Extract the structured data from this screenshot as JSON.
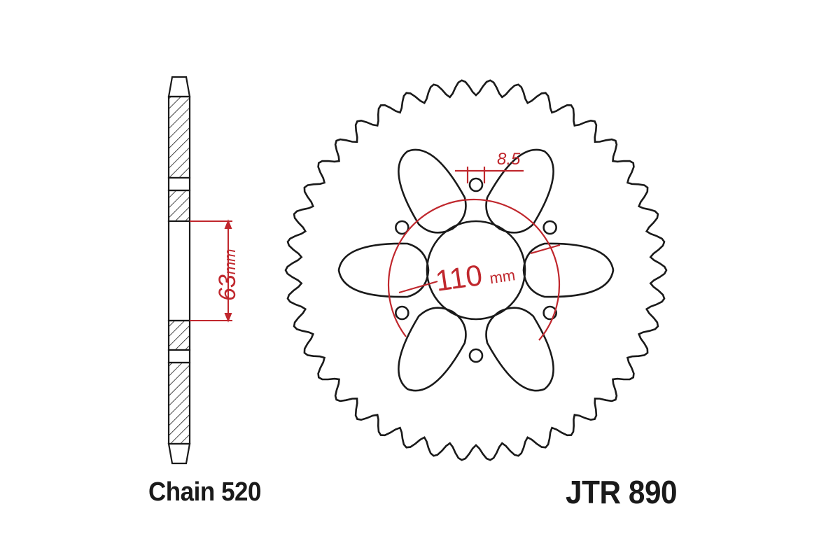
{
  "labels": {
    "chain": "Chain 520",
    "part_number": "JTR 890"
  },
  "dimensions": {
    "bolt_circle": {
      "value": "110",
      "unit": "mm"
    },
    "bolt_hole": {
      "value": "8.5"
    },
    "center_bore": {
      "value": "63",
      "unit": "mm"
    }
  },
  "colors": {
    "outline": "#1a1a1a",
    "dimension": "#c0272d",
    "background": "#ffffff"
  }
}
